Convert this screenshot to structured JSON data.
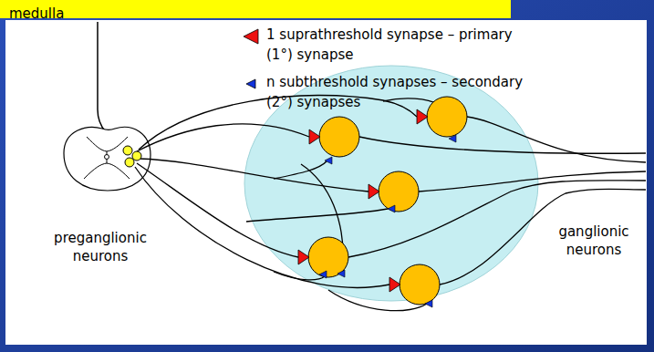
{
  "diagram": {
    "labels": [
      "medulla",
      "preganglionic neurons",
      "ganglionic neurons"
    ],
    "legend": [
      {
        "text": "1 suprathreshold synapse – primary (1°) synapse"
      },
      {
        "text": "n subthreshold synapses – secondary (2°) synapses"
      }
    ]
  }
}
